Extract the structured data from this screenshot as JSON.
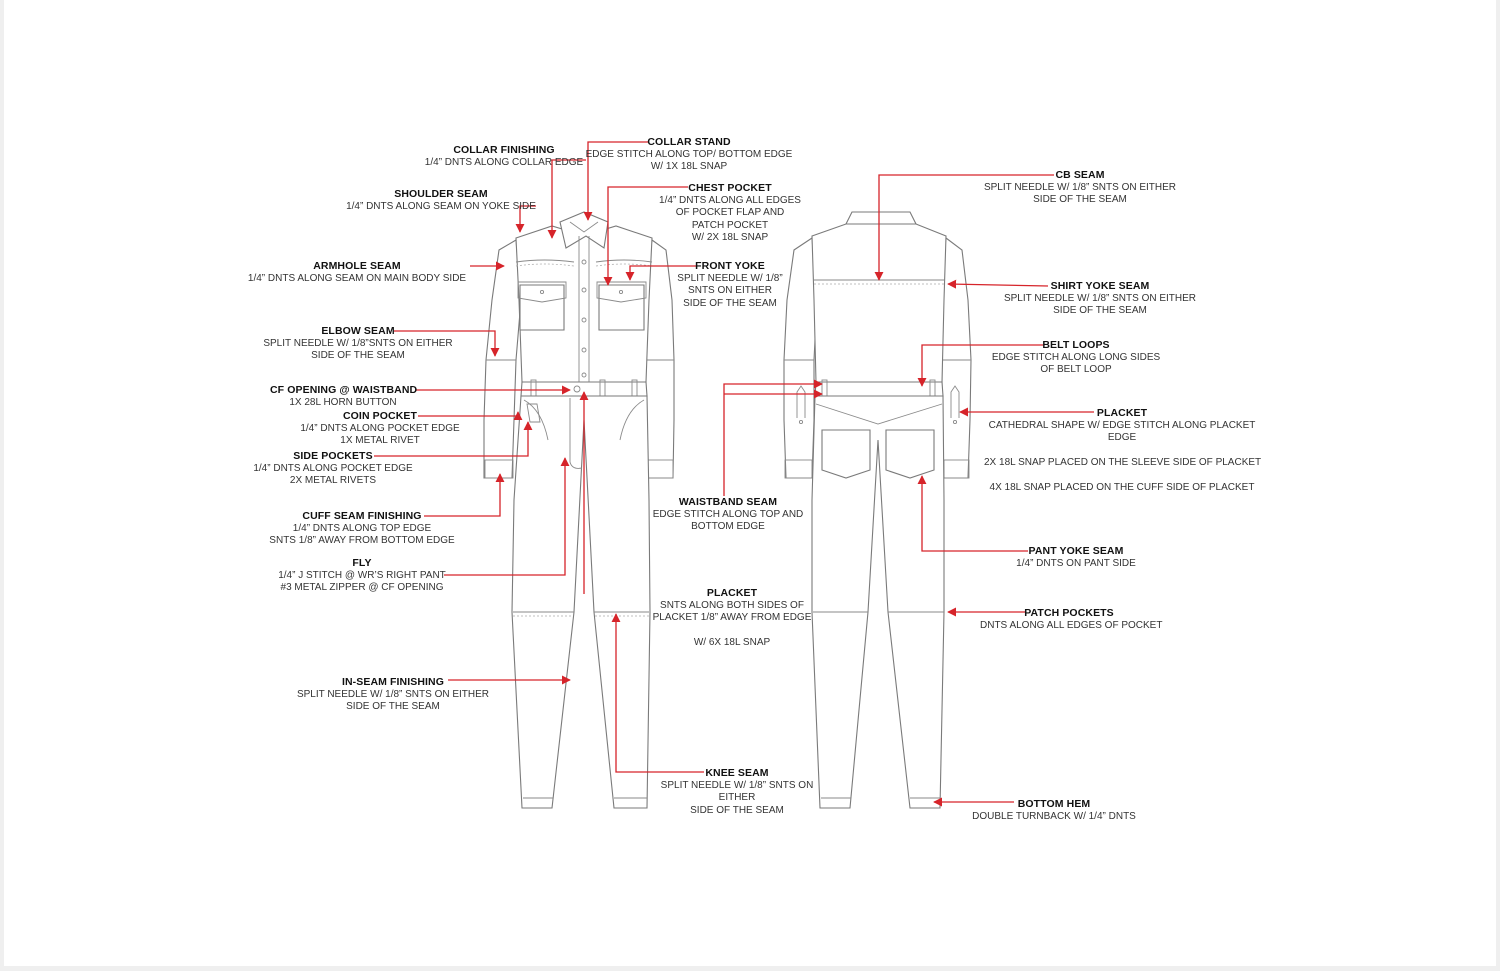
{
  "front_callouts": [
    {
      "id": "collar-finishing",
      "title": "COLLAR FINISHING",
      "desc": [
        "1/4” DNTS ALONG COLLAR EDGE"
      ]
    },
    {
      "id": "collar-stand",
      "title": "COLLAR STAND",
      "desc": [
        "EDGE STITCH ALONG TOP/ BOTTOM EDGE",
        "W/ 1X 18L SNAP"
      ]
    },
    {
      "id": "shoulder-seam",
      "title": "SHOULDER SEAM",
      "desc": [
        "1/4” DNTS ALONG SEAM ON YOKE SIDE"
      ]
    },
    {
      "id": "chest-pocket",
      "title": "CHEST POCKET",
      "desc": [
        "1/4” DNTS ALONG ALL EDGES",
        "OF POCKET FLAP AND",
        "PATCH POCKET",
        "W/ 2X 18L SNAP"
      ]
    },
    {
      "id": "armhole-seam",
      "title": "ARMHOLE SEAM",
      "desc": [
        "1/4” DNTS ALONG SEAM ON MAIN BODY SIDE"
      ]
    },
    {
      "id": "front-yoke",
      "title": "FRONT YOKE",
      "desc": [
        "SPLIT NEEDLE W/ 1/8”",
        "SNTS ON EITHER",
        "SIDE OF THE SEAM"
      ]
    },
    {
      "id": "elbow-seam",
      "title": "ELBOW SEAM",
      "desc": [
        "SPLIT NEEDLE W/ 1/8”SNTS ON EITHER",
        "SIDE OF THE SEAM"
      ]
    },
    {
      "id": "cf-opening",
      "title": "CF OPENING @ WAISTBAND",
      "desc": [
        "1X 28L HORN BUTTON"
      ]
    },
    {
      "id": "coin-pocket",
      "title": "COIN POCKET",
      "desc": [
        "1/4” DNTS ALONG POCKET EDGE",
        "1X METAL RIVET"
      ]
    },
    {
      "id": "side-pockets",
      "title": "SIDE POCKETS",
      "desc": [
        "1/4” DNTS ALONG POCKET EDGE",
        "2X METAL RIVETS"
      ]
    },
    {
      "id": "waistband-seam",
      "title": "WAISTBAND SEAM",
      "desc": [
        "EDGE STITCH ALONG TOP AND",
        "BOTTOM EDGE"
      ]
    },
    {
      "id": "cuff-seam",
      "title": "CUFF SEAM FINISHING",
      "desc": [
        "1/4” DNTS ALONG TOP EDGE",
        "SNTS 1/8” AWAY FROM BOTTOM EDGE"
      ]
    },
    {
      "id": "fly",
      "title": "FLY",
      "desc": [
        "1/4” J STITCH @ WR’S RIGHT PANT",
        "#3 METAL ZIPPER @ CF OPENING"
      ]
    },
    {
      "id": "placket-front",
      "title": "PLACKET",
      "desc": [
        "SNTS ALONG BOTH SIDES OF",
        "PLACKET 1/8”  AWAY FROM EDGE",
        "",
        "W/ 6X 18L SNAP"
      ]
    },
    {
      "id": "in-seam",
      "title": "IN-SEAM FINISHING",
      "desc": [
        "SPLIT NEEDLE W/ 1/8” SNTS ON EITHER",
        "SIDE OF THE SEAM"
      ]
    },
    {
      "id": "knee-seam",
      "title": "KNEE SEAM",
      "desc": [
        "SPLIT NEEDLE W/ 1/8” SNTS ON",
        "EITHER",
        "SIDE OF THE SEAM"
      ]
    }
  ],
  "back_callouts": [
    {
      "id": "cb-seam",
      "title": "CB SEAM",
      "desc": [
        "SPLIT NEEDLE W/ 1/8” SNTS ON EITHER",
        "SIDE OF THE SEAM"
      ]
    },
    {
      "id": "shirt-yoke-seam",
      "title": "SHIRT YOKE SEAM",
      "desc": [
        "SPLIT NEEDLE W/ 1/8” SNTS ON EITHER",
        "SIDE OF THE SEAM"
      ]
    },
    {
      "id": "belt-loops",
      "title": "BELT LOOPS",
      "desc": [
        "EDGE STITCH ALONG LONG SIDES",
        "OF BELT LOOP"
      ]
    },
    {
      "id": "placket-back",
      "title": "PLACKET",
      "desc": [
        "CATHEDRAL SHAPE W/ EDGE STITCH ALONG PLACKET",
        "EDGE",
        "",
        "2X 18L SNAP PLACED ON THE SLEEVE SIDE OF PLACKET",
        "",
        "4X 18L SNAP PLACED ON THE CUFF SIDE OF PLACKET"
      ]
    },
    {
      "id": "pant-yoke-seam",
      "title": "PANT YOKE SEAM",
      "desc": [
        "1/4” DNTS ON PANT SIDE"
      ]
    },
    {
      "id": "patch-pockets",
      "title": "PATCH POCKETS",
      "desc": [
        "DNTS ALONG ALL EDGES OF POCKET"
      ]
    },
    {
      "id": "bottom-hem",
      "title": "BOTTOM HEM",
      "desc": [
        "DOUBLE TURNBACK W/ 1/4” DNTS"
      ]
    }
  ],
  "colors": {
    "leader": "#d6242a",
    "sketch": "#7a7a7a",
    "background": "#ffffff"
  }
}
